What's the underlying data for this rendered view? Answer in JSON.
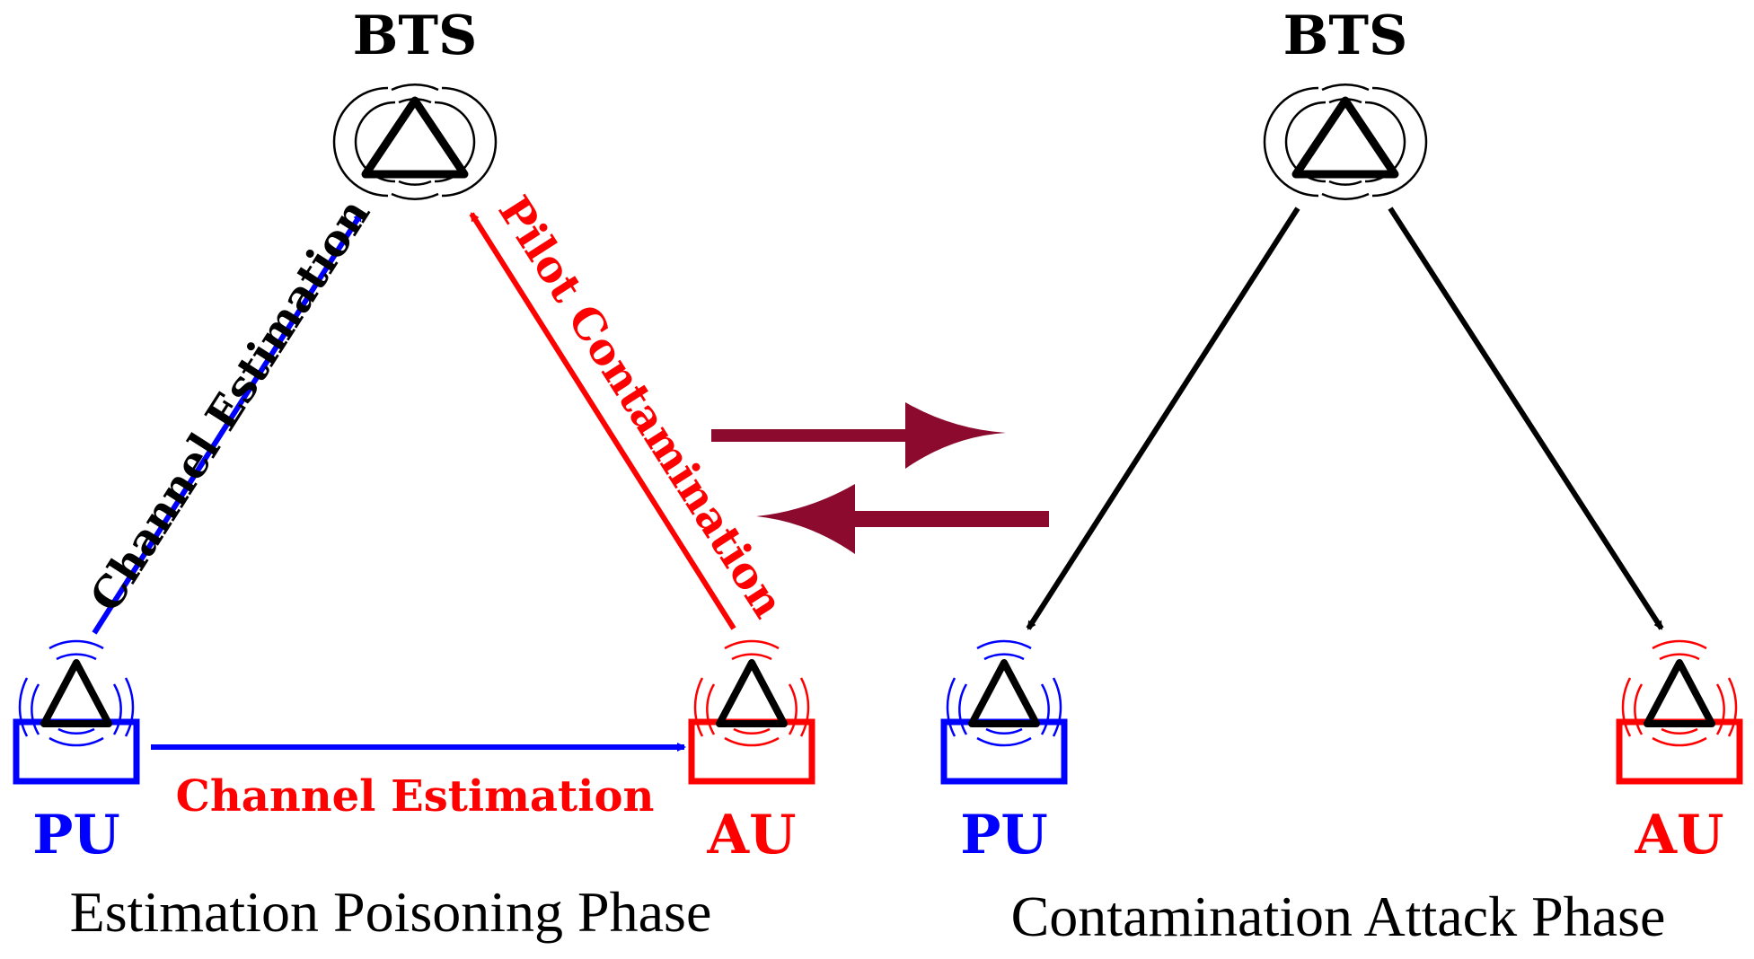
{
  "colors": {
    "blue": "#0000ff",
    "red": "#ff0000",
    "black": "#000000",
    "maroon": "#8b0a2e"
  },
  "left_phase": {
    "bts_label": "BTS",
    "pu_label": "PU",
    "au_label": "AU",
    "link_pu_bts": "Channel Estimation",
    "link_au_bts": "Pilot Contamination",
    "link_pu_au": "Channel Estimation",
    "caption": "Estimation Poisoning Phase"
  },
  "right_phase": {
    "bts_label": "BTS",
    "pu_label": "PU",
    "au_label": "AU",
    "caption": "Contamination Attack Phase"
  },
  "icons": {
    "bts": "antenna-tower-icon",
    "user_device": "user-device-icon",
    "phase_switch": "double-arrow-icon"
  }
}
